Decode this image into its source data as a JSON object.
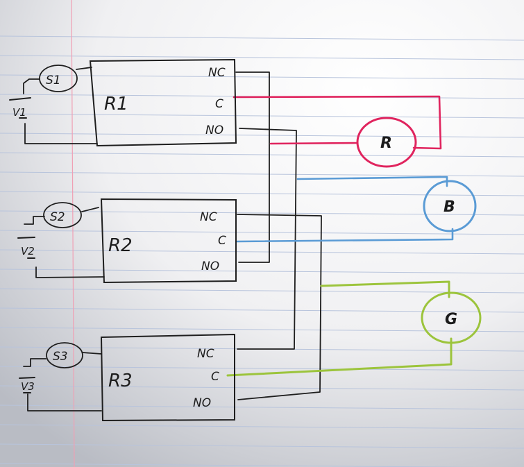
{
  "relays": [
    {
      "label": "R1",
      "switch": "S1",
      "source": "V1",
      "terminals": [
        "NC",
        "C",
        "NO"
      ]
    },
    {
      "label": "R2",
      "switch": "S2",
      "source": "V2",
      "terminals": [
        "NC",
        "C",
        "NO"
      ]
    },
    {
      "label": "R3",
      "switch": "S3",
      "source": "V3",
      "terminals": [
        "NC",
        "C",
        "NO"
      ]
    }
  ],
  "lamps": [
    {
      "label": "R",
      "color": "#e0245e"
    },
    {
      "label": "B",
      "color": "#5a9bd5"
    },
    {
      "label": "G",
      "color": "#9cc43c"
    }
  ],
  "wire_color": "#1e1e1e",
  "paper": {
    "line_color": "#b8c4dc",
    "margin_color": "#f0a0b4"
  }
}
